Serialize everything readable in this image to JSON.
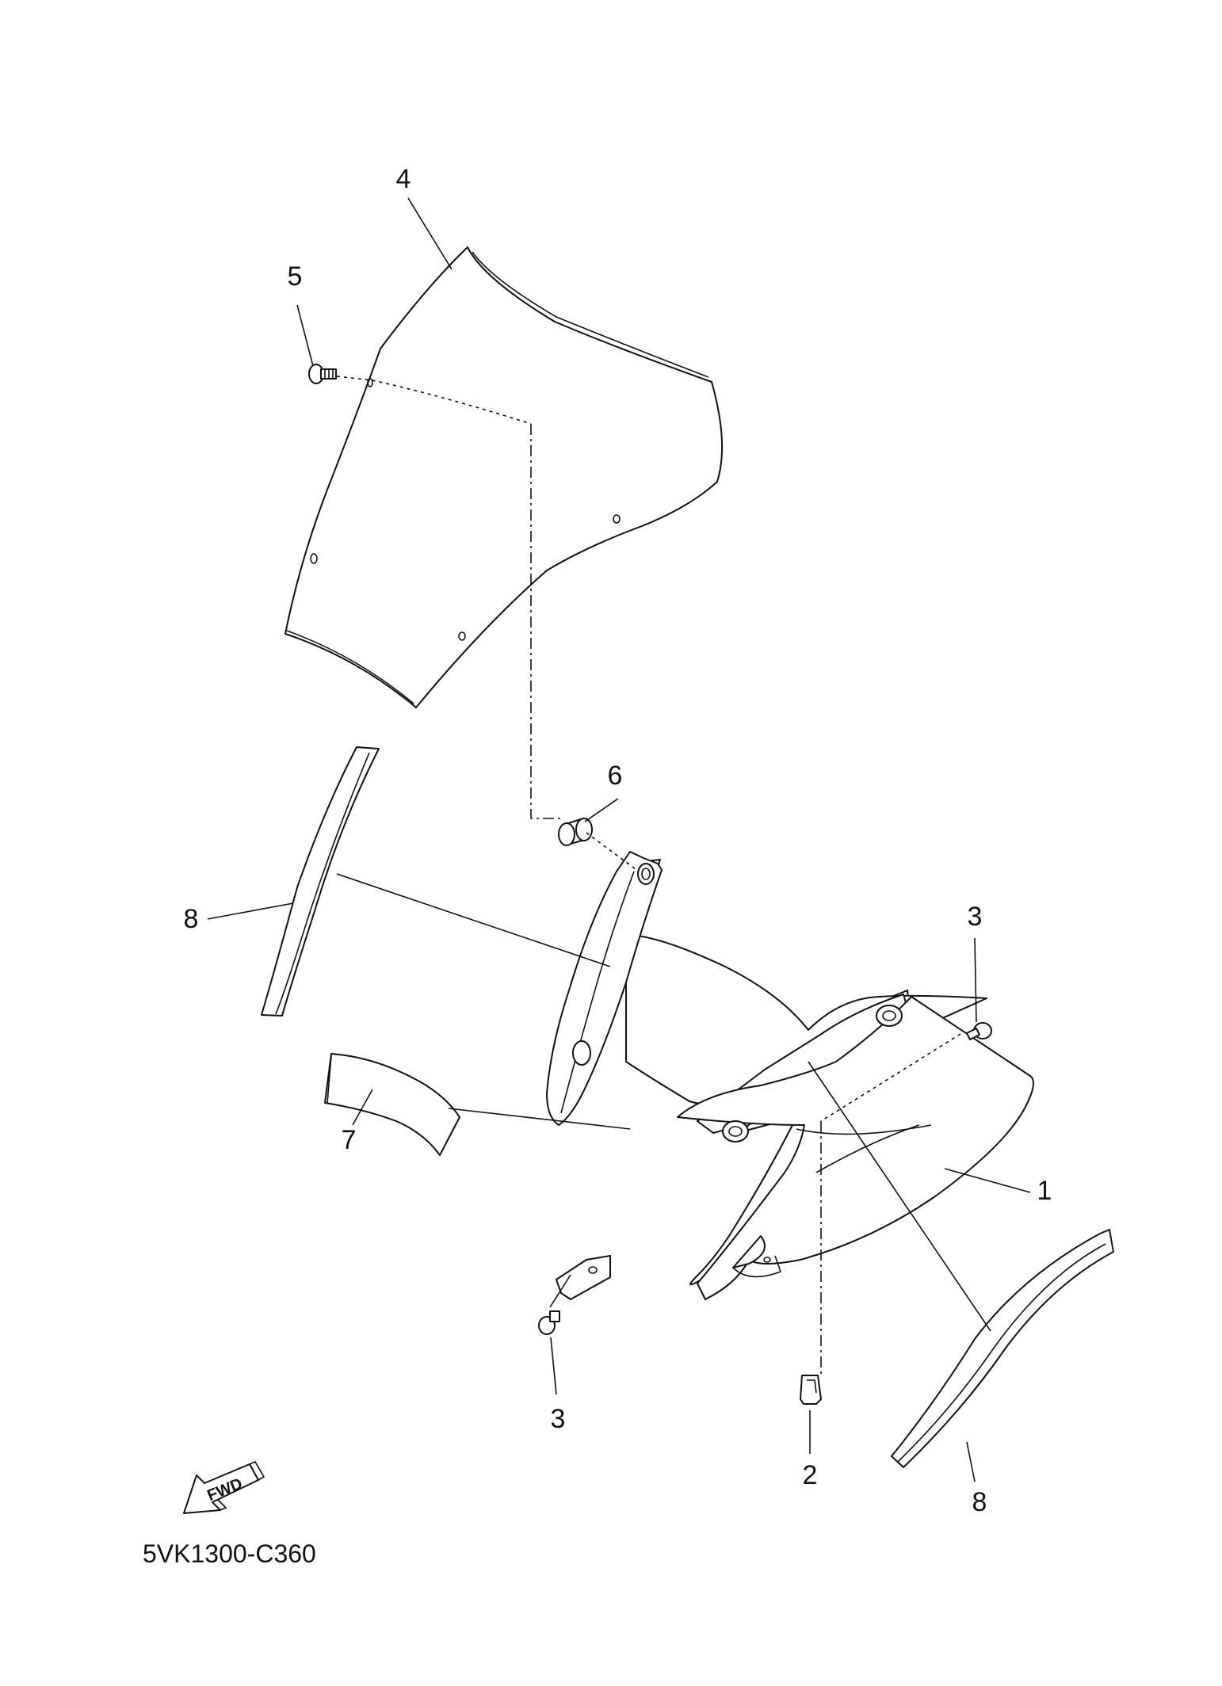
{
  "diagram": {
    "callouts": [
      "1",
      "2",
      "3",
      "3",
      "4",
      "5",
      "6",
      "7",
      "8",
      "8"
    ],
    "fwd_label": "FWD",
    "figure_code": "5VK1300-C360"
  }
}
